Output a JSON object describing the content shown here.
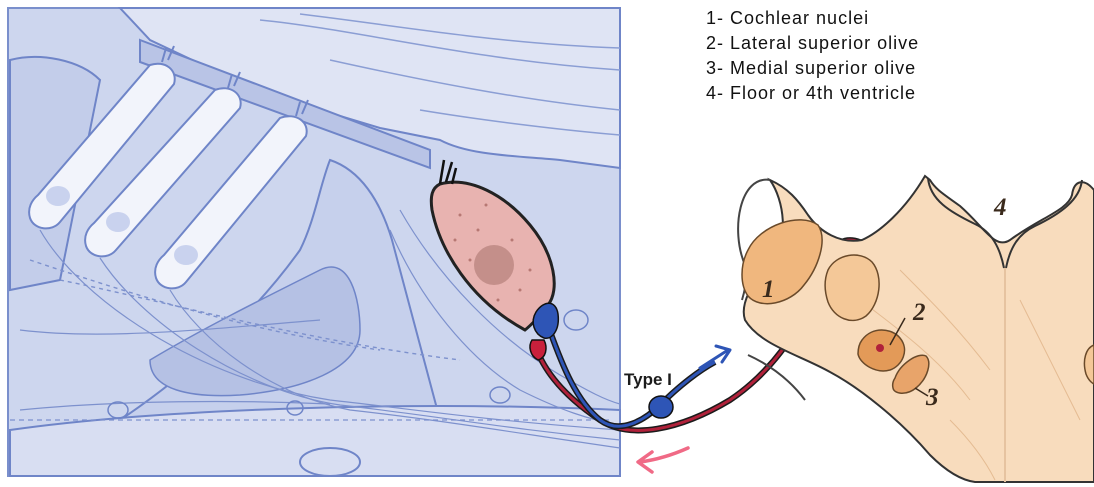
{
  "legend": [
    "1- Cochlear nuclei",
    "2- Lateral superior olive",
    "3- Medial superior olive",
    "4- Floor or 4th ventricle"
  ],
  "labels": {
    "n1": "1",
    "n2": "2",
    "n3": "3",
    "n4": "4",
    "type": "Type I"
  },
  "colors": {
    "cochlea_fill": "#cdd6ee",
    "cochlea_line": "#6f85c8",
    "brainstem_fill": "#f8dcbd",
    "nucleus_fill": "#f0b77e",
    "neuron_fill": "#e8b3b0",
    "afferent_blue": "#2e55b6",
    "efferent_red": "#b0213a",
    "arrow_pink": "#f06a86"
  }
}
